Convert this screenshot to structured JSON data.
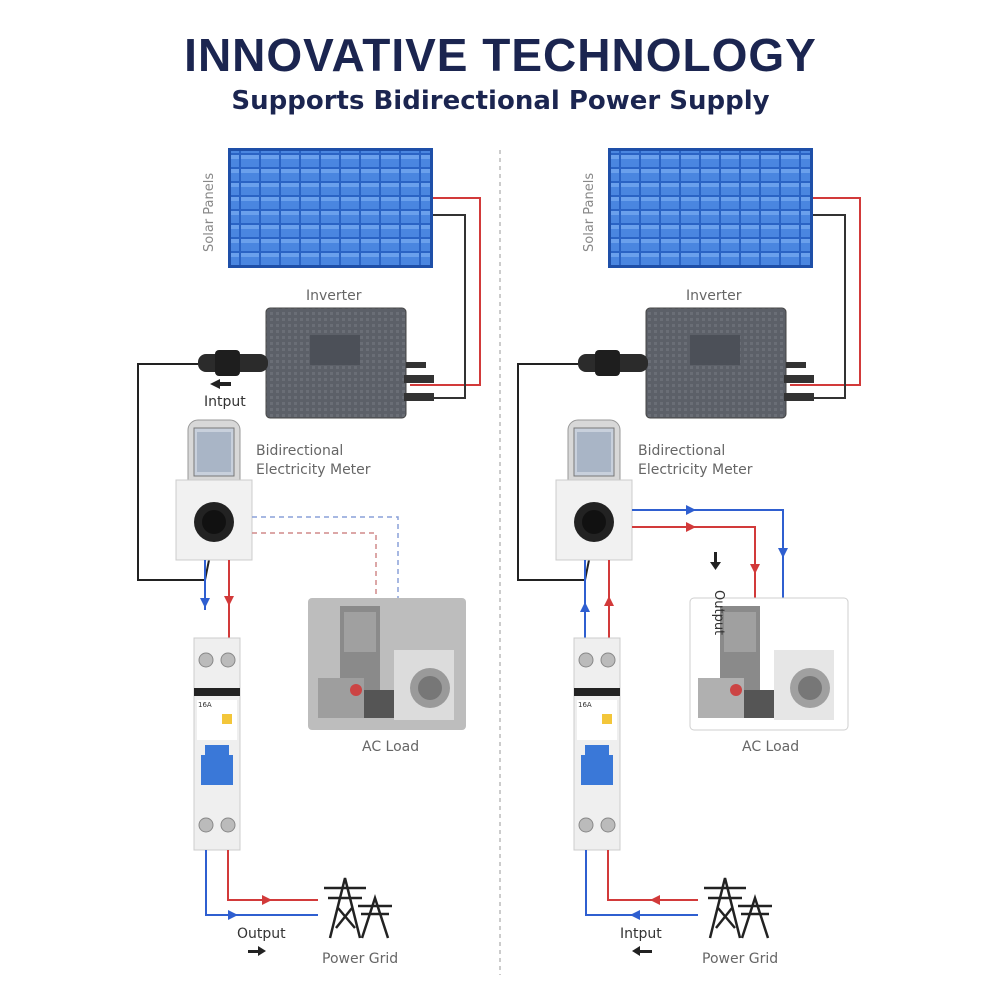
{
  "header": {
    "title": "INNOVATIVE TECHNOLOGY",
    "subtitle": "Supports Bidirectional Power Supply"
  },
  "left": {
    "solar_label": "Solar Panels",
    "inverter_label": "Inverter",
    "input_label": "Intput",
    "meter_label_1": "Bidirectional",
    "meter_label_2": "Electricity Meter",
    "load_label": "AC Load",
    "output_label": "Output",
    "grid_label": "Power Grid",
    "breaker_rating": "16A"
  },
  "right": {
    "solar_label": "Solar Panels",
    "inverter_label": "Inverter",
    "meter_label_1": "Bidirectional",
    "meter_label_2": "Electricity Meter",
    "output_label": "Output",
    "load_label": "AC Load",
    "input_label": "Intput",
    "grid_label": "Power Grid",
    "breaker_rating": "16A"
  },
  "colors": {
    "title": "#1b2550",
    "panel": "#2f6fd0",
    "red_wire": "#d23a3a",
    "blue_wire": "#2f5fd0",
    "inverter": "#5a5e66",
    "breaker_blue": "#3a78d8"
  }
}
